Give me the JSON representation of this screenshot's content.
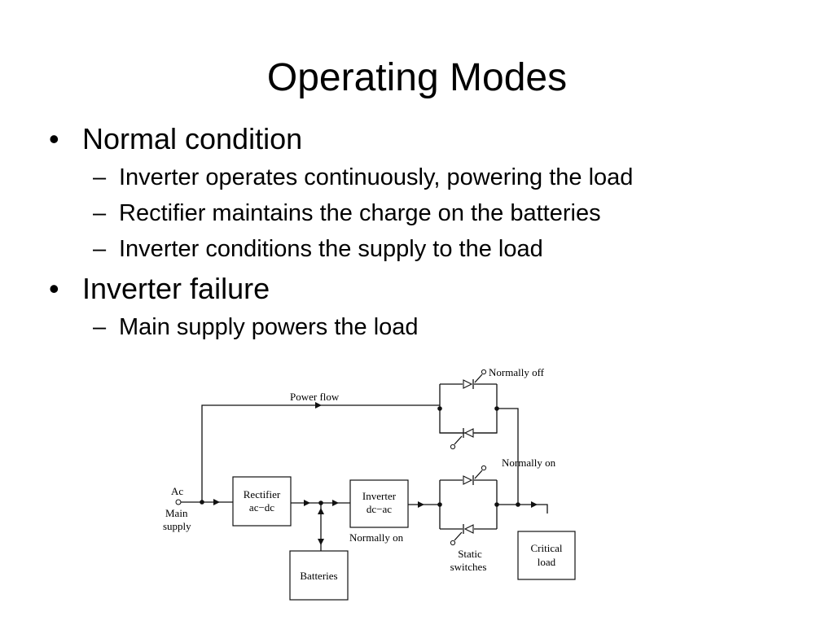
{
  "slide": {
    "title": "Operating Modes",
    "bullets": [
      {
        "text": "Normal condition",
        "sub": [
          "Inverter operates continuously, powering the load",
          "Rectifier maintains the charge on the batteries",
          "Inverter conditions the supply to the load"
        ]
      },
      {
        "text": "Inverter failure",
        "sub": [
          "Main supply powers the load"
        ]
      }
    ],
    "bullet_symbol": "•",
    "sub_symbol": "–"
  },
  "diagram": {
    "labels": {
      "power_flow": "Power flow",
      "normally_off": "Normally off",
      "normally_on_bypass": "Normally on",
      "normally_on_inverter": "Normally on",
      "ac": "Ac",
      "main": "Main",
      "supply": "supply",
      "static": "Static",
      "switches": "switches"
    },
    "blocks": {
      "rectifier": [
        "Rectifier",
        "ac−dc"
      ],
      "inverter": [
        "Inverter",
        "dc−ac"
      ],
      "batteries": [
        "Batteries"
      ],
      "critical_load": [
        "Critical",
        "load"
      ]
    }
  }
}
